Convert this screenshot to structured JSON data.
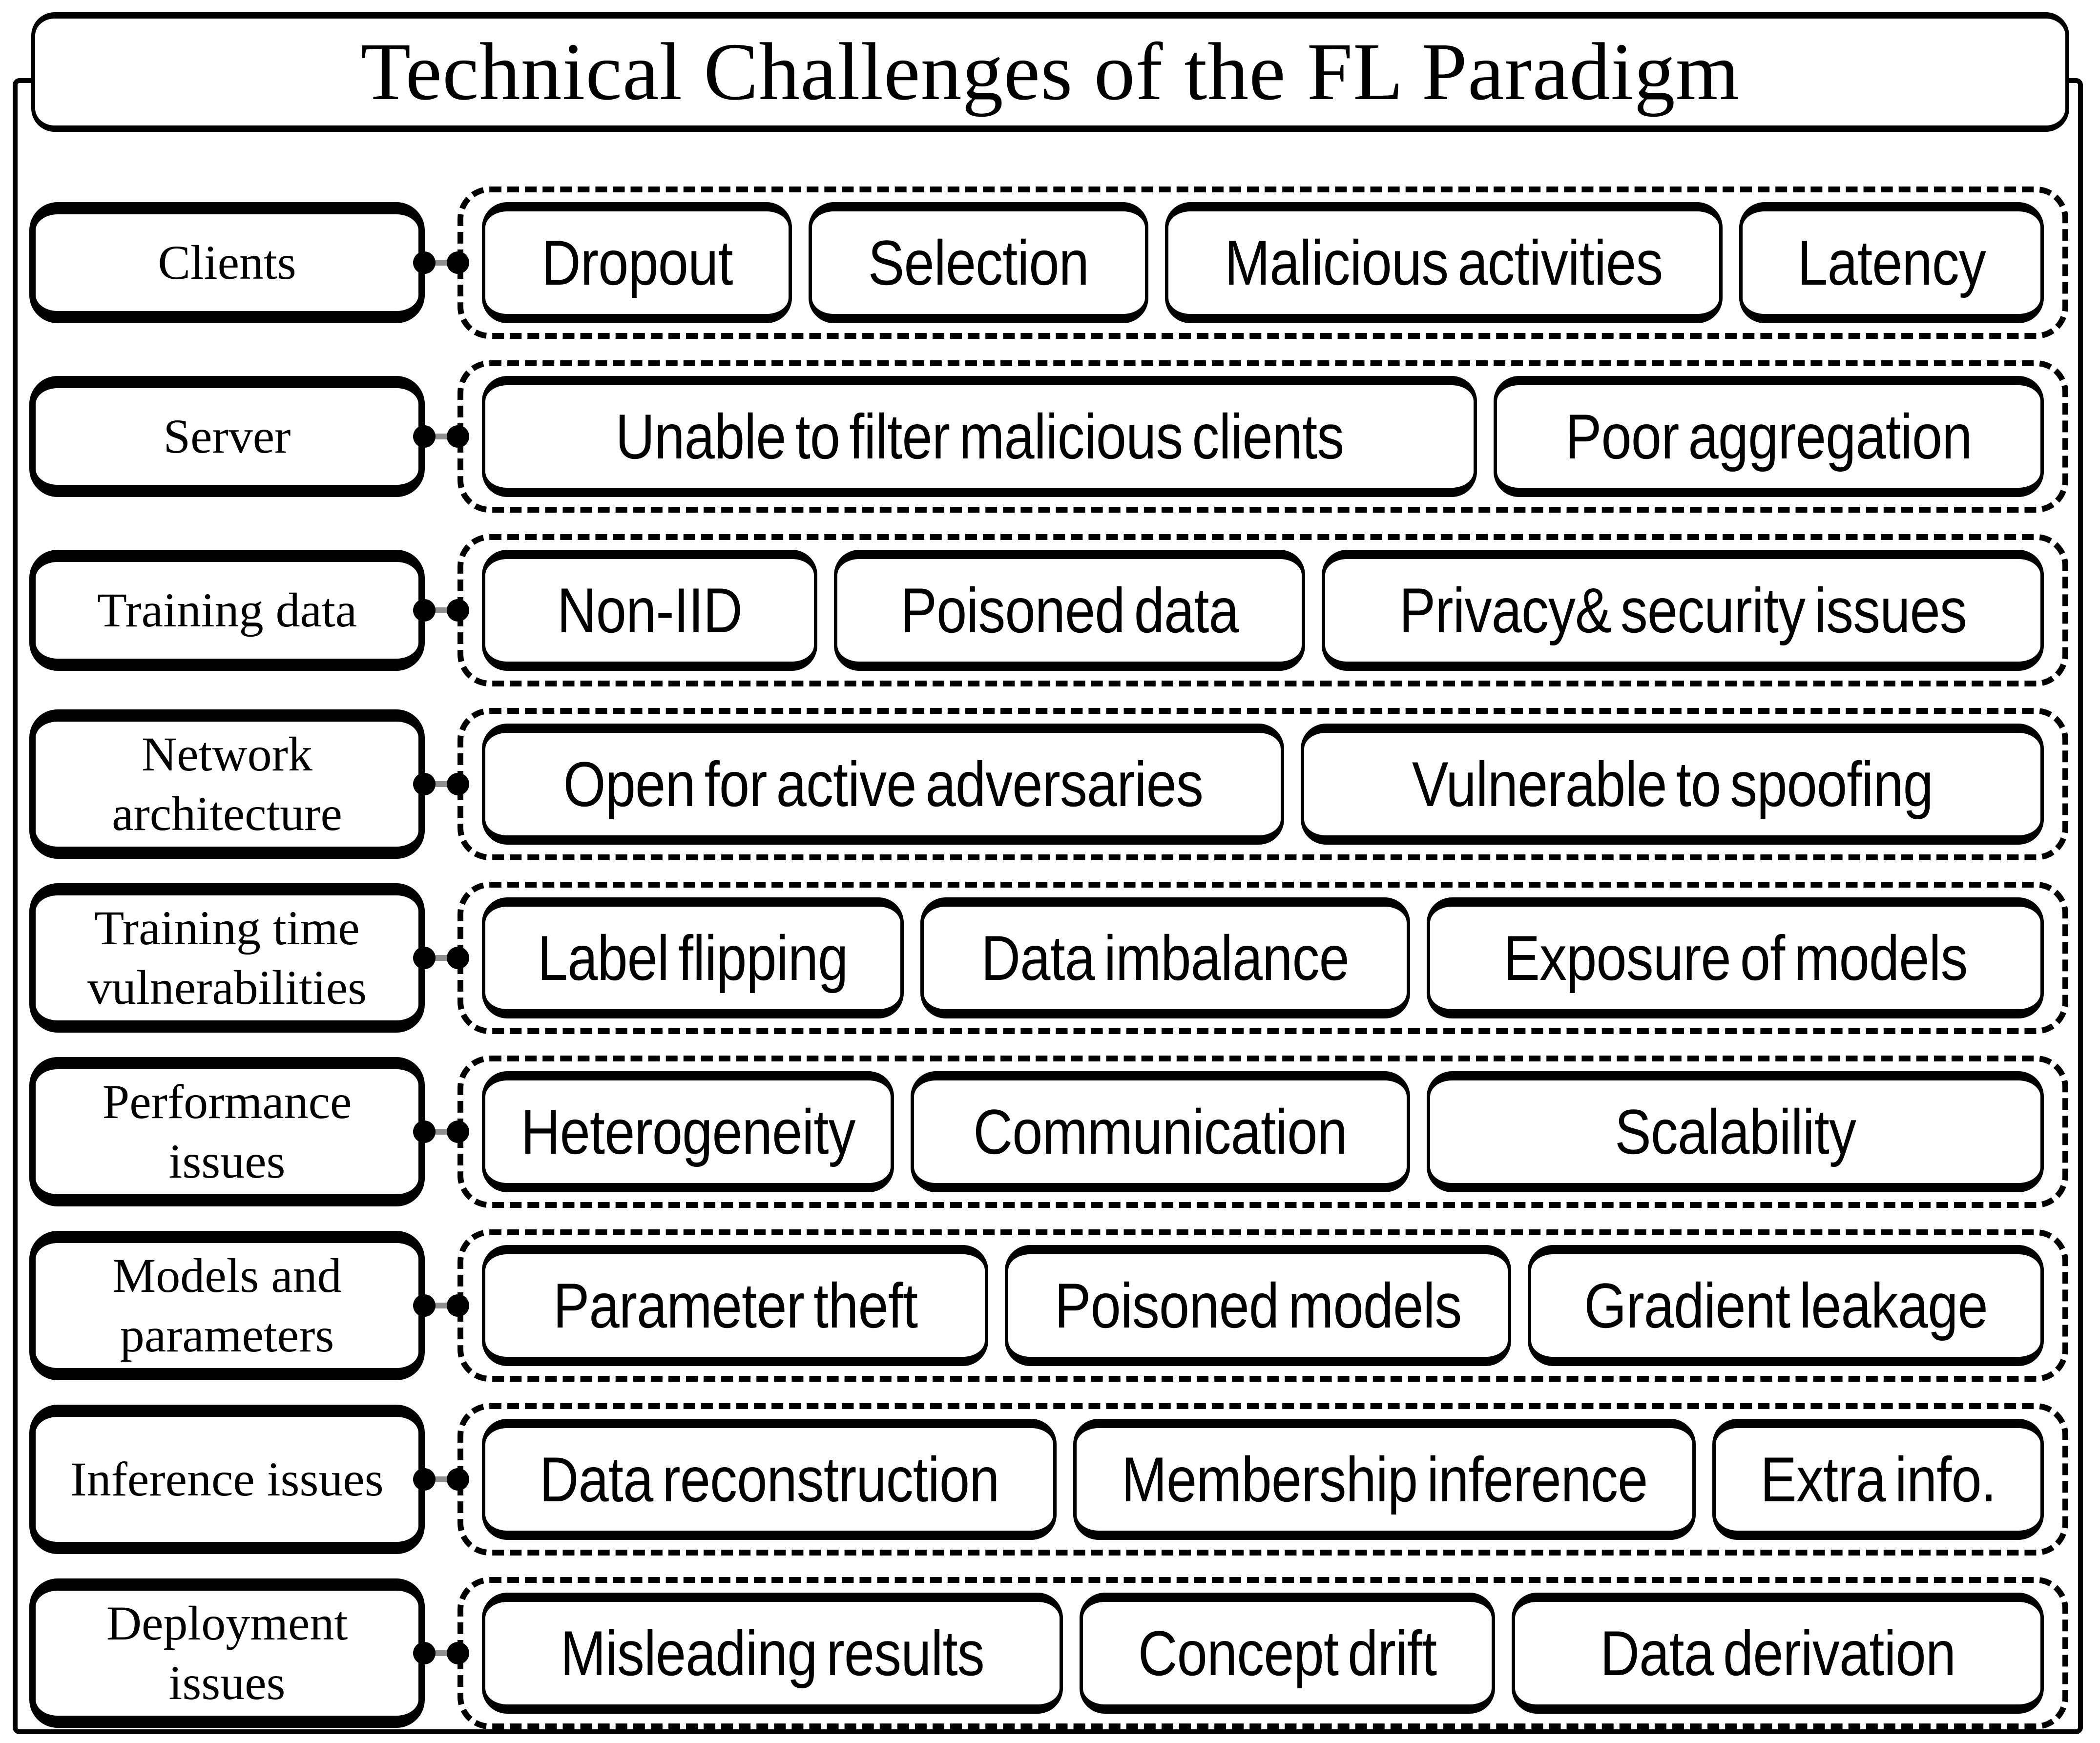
{
  "title": "Technical Challenges of the FL Paradigm",
  "colors": {
    "ink": "#000000",
    "connector_line": "#8f8f8f",
    "background": "#ffffff"
  },
  "icons": {
    "link_endpoint": "filled-circle"
  },
  "rows": [
    {
      "category": "Clients",
      "items": [
        "Dropout",
        "Selection",
        "Malicious activities",
        "Latency"
      ]
    },
    {
      "category": "Server",
      "items": [
        "Unable to filter malicious clients",
        "Poor aggregation"
      ]
    },
    {
      "category": "Training data",
      "items": [
        "Non-IID",
        "Poisoned data",
        "Privacy& security issues"
      ]
    },
    {
      "category": "Network architecture",
      "items": [
        "Open for active adversaries",
        "Vulnerable to spoofing"
      ]
    },
    {
      "category": "Training time vulnerabilities",
      "items": [
        "Label flipping",
        "Data imbalance",
        "Exposure of models"
      ]
    },
    {
      "category": "Performance issues",
      "items": [
        "Heterogeneity",
        "Communication",
        "Scalability"
      ]
    },
    {
      "category": "Models and parameters",
      "items": [
        "Parameter theft",
        "Poisoned models",
        "Gradient leakage"
      ]
    },
    {
      "category": "Inference issues",
      "items": [
        "Data reconstruction",
        "Membership inference",
        "Extra info."
      ]
    },
    {
      "category": "Deployment issues",
      "items": [
        "Misleading results",
        "Concept drift",
        "Data derivation"
      ]
    }
  ]
}
